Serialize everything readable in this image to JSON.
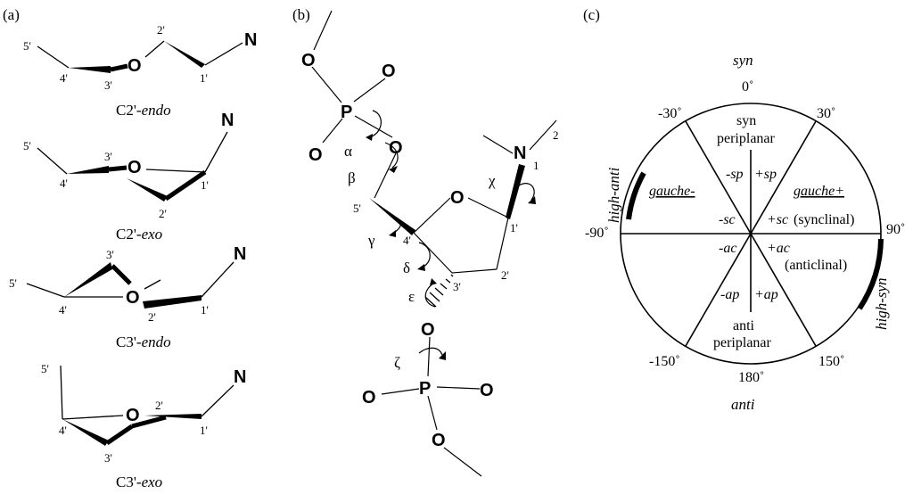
{
  "panels": {
    "a": {
      "label": "(a)",
      "conformers": [
        {
          "name_prefix": "C2'-",
          "name_italic": "endo",
          "atoms": {
            "c5": "5'",
            "c4": "4'",
            "c3": "3'",
            "o": "O",
            "c2": "2'",
            "c1": "1'",
            "n": "N"
          }
        },
        {
          "name_prefix": "C2'-",
          "name_italic": "exo",
          "atoms": {
            "c5": "5'",
            "c4": "4'",
            "c3": "3'",
            "o": "O",
            "c2": "2'",
            "c1": "1'",
            "n": "N"
          }
        },
        {
          "name_prefix": "C3'-",
          "name_italic": "endo",
          "atoms": {
            "c5": "5'",
            "c4": "4'",
            "c3": "3'",
            "o": "O",
            "c2": "2'",
            "c1": "1'",
            "n": "N"
          }
        },
        {
          "name_prefix": "C3'-",
          "name_italic": "exo",
          "atoms": {
            "c5": "5'",
            "c4": "4'",
            "c3": "3'",
            "o": "O",
            "c2": "2'",
            "c1": "1'",
            "n": "N"
          }
        }
      ]
    },
    "b": {
      "label": "(b)",
      "atoms": {
        "o_top": "O",
        "o_top_right": "O",
        "p_top": "P",
        "o_left": "O",
        "o_ester": "O",
        "n": "N",
        "n_sub1": "1",
        "n_sub2": "2",
        "c5": "5'",
        "c4": "4'",
        "c3": "3'",
        "c2": "2'",
        "c1": "1'",
        "ring_o": "O",
        "o3": "O",
        "p_bottom": "P",
        "o_b_left": "O",
        "o_b_right": "O",
        "o_b_bottom": "O"
      },
      "torsions": {
        "alpha": "α",
        "beta": "β",
        "gamma": "γ",
        "delta": "δ",
        "epsilon": "ε",
        "zeta": "ζ",
        "chi": "χ"
      }
    },
    "c": {
      "label": "(c)",
      "top_label": "syn",
      "bottom_label": "anti",
      "angles": {
        "a0": "0˚",
        "a30": "30˚",
        "am30": "-30˚",
        "a90": "90˚",
        "am90": "-90˚",
        "a150": "150˚",
        "am150": "-150˚",
        "a180": "180˚"
      },
      "regions": {
        "syn_line1": "syn",
        "syn_line2": "periplanar",
        "anti_line1": "anti",
        "anti_line2": "periplanar",
        "sp_minus": "-sp",
        "sp_plus": "+sp",
        "gauche_minus": "gauche-",
        "gauche_plus": "gauche+",
        "sc_minus": "-sc",
        "sc_plus": "+sc",
        "synclinal": "(synclinal)",
        "ac_minus": "-ac",
        "ac_plus": "+ac",
        "anticlinal": "(anticlinal)",
        "ap_minus": "-ap",
        "ap_plus": "+ap"
      },
      "high_anti": "high-anti",
      "high_syn": "high-syn"
    }
  }
}
